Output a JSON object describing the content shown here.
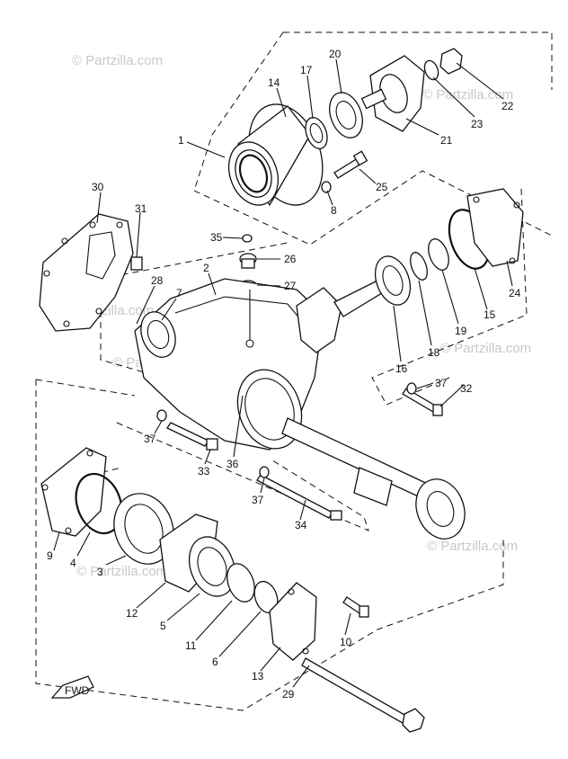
{
  "watermark": {
    "text": "© Partzilla.com"
  },
  "fwd_label": "FWD",
  "callouts": [
    {
      "id": "c1",
      "text": "1"
    },
    {
      "id": "c14",
      "text": "14"
    },
    {
      "id": "c17",
      "text": "17"
    },
    {
      "id": "c20",
      "text": "20"
    },
    {
      "id": "c21",
      "text": "21"
    },
    {
      "id": "c22",
      "text": "22"
    },
    {
      "id": "c23",
      "text": "23"
    },
    {
      "id": "c25",
      "text": "25"
    },
    {
      "id": "c8",
      "text": "8"
    },
    {
      "id": "c30",
      "text": "30"
    },
    {
      "id": "c31",
      "text": "31"
    },
    {
      "id": "c35",
      "text": "35"
    },
    {
      "id": "c26",
      "text": "26"
    },
    {
      "id": "c27",
      "text": "27"
    },
    {
      "id": "c2",
      "text": "2"
    },
    {
      "id": "c28",
      "text": "28"
    },
    {
      "id": "c7",
      "text": "7"
    },
    {
      "id": "c24",
      "text": "24"
    },
    {
      "id": "c15",
      "text": "15"
    },
    {
      "id": "c19",
      "text": "19"
    },
    {
      "id": "c18",
      "text": "18"
    },
    {
      "id": "c16",
      "text": "16"
    },
    {
      "id": "c37a",
      "text": "37"
    },
    {
      "id": "c32",
      "text": "32"
    },
    {
      "id": "c37b",
      "text": "37"
    },
    {
      "id": "c33",
      "text": "33"
    },
    {
      "id": "c36",
      "text": "36"
    },
    {
      "id": "c37c",
      "text": "37"
    },
    {
      "id": "c34",
      "text": "34"
    },
    {
      "id": "c9",
      "text": "9"
    },
    {
      "id": "c4",
      "text": "4"
    },
    {
      "id": "c3",
      "text": "3"
    },
    {
      "id": "c12",
      "text": "12"
    },
    {
      "id": "c5",
      "text": "5"
    },
    {
      "id": "c11",
      "text": "11"
    },
    {
      "id": "c6",
      "text": "6"
    },
    {
      "id": "c10",
      "text": "10"
    },
    {
      "id": "c13",
      "text": "13"
    },
    {
      "id": "c29",
      "text": "29"
    }
  ]
}
